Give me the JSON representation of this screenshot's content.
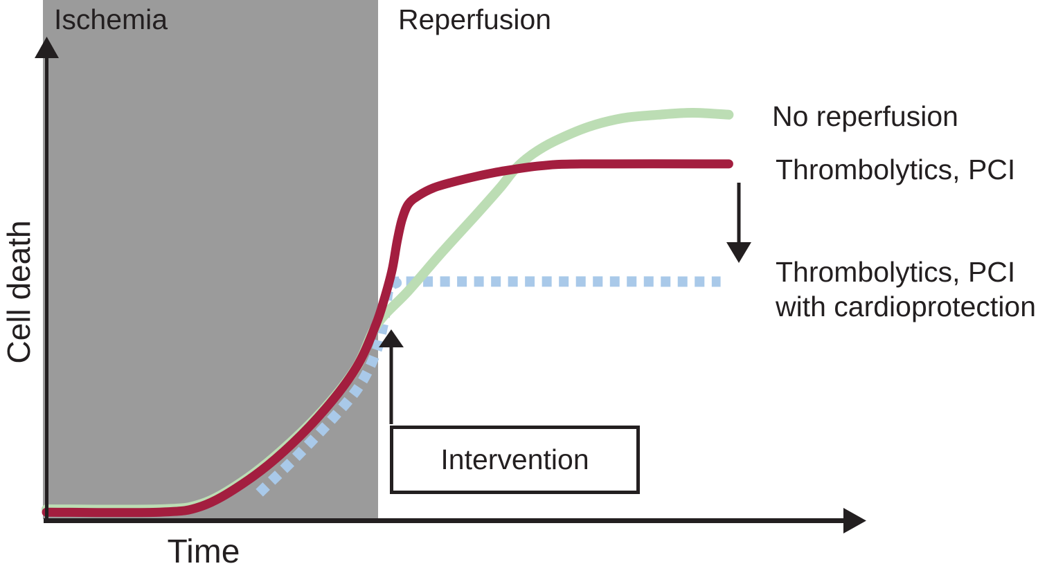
{
  "figure": {
    "region_labels": {
      "ischemia": "Ischemia",
      "reperfusion": "Reperfusion"
    },
    "axis_labels": {
      "x": "Time",
      "y": "Cell death"
    },
    "intervention_label": "Intervention",
    "legend": {
      "no_reperfusion": "No reperfusion",
      "thrombolytics_pci": "Thrombolytics, PCI",
      "thrombolytics_pci_cardioprotection_line1": "Thrombolytics, PCI",
      "thrombolytics_pci_cardioprotection_line2": "with cardioprotection"
    },
    "colors": {
      "ischemia_region_fill": "#9B9B9B",
      "axis_and_text": "#231F20",
      "no_reperfusion_line": "#BCDDB4",
      "thrombolytics_pci_line": "#A31E3F",
      "cardioprotection_line": "#A9C9E9"
    }
  },
  "chart_data": {
    "type": "line",
    "title": "",
    "xlabel": "Time",
    "ylabel": "Cell death",
    "x_axis": {
      "range": [
        0,
        100
      ],
      "ticks": "none (conceptual time axis with arrowhead)"
    },
    "y_axis": {
      "range": [
        0,
        100
      ],
      "ticks": "none (conceptual cell-death axis with arrowhead)"
    },
    "grid": false,
    "legend_position": "right of curve endpoints",
    "regions": [
      {
        "label": "Ischemia",
        "x_start": 0,
        "x_end": 40.5,
        "fill": "#9B9B9B"
      },
      {
        "label": "Reperfusion",
        "x_start": 40.5,
        "x_end": 100,
        "fill": "#FFFFFF"
      }
    ],
    "annotations": [
      {
        "type": "up-arrow",
        "label": "Intervention",
        "x": 41.8,
        "tip_y": 39.5
      },
      {
        "type": "down-arrow",
        "label": "",
        "between_series": [
          "thrombolytics-pci",
          "thrombolytics-pci-cardioprotection"
        ],
        "x": 84.5
      }
    ],
    "series": [
      {
        "name": "thrombolytics-pci-cardioprotection",
        "label": "Thrombolytics, PCI with cardioprotection",
        "color": "#A9C9E9",
        "style": "dashed",
        "plateau_y": 49.5,
        "points": [
          [
            26.0,
            5.7
          ],
          [
            30.7,
            13.5
          ],
          [
            35.3,
            21.8
          ],
          [
            38.3,
            28.1
          ],
          [
            40.2,
            34.7
          ],
          [
            41.1,
            40.5
          ],
          [
            41.5,
            44.8
          ],
          [
            41.8,
            47.9
          ],
          [
            42.7,
            49.2
          ],
          [
            45.1,
            49.5
          ],
          [
            82.3,
            49.5
          ]
        ]
      },
      {
        "name": "no-reperfusion",
        "label": "No reperfusion",
        "color": "#BCDDB4",
        "style": "solid",
        "plateau_y": 84.1,
        "points": [
          [
            0,
            2.3
          ],
          [
            13.8,
            2.3
          ],
          [
            18.9,
            3.4
          ],
          [
            23.9,
            8.0
          ],
          [
            29.0,
            14.9
          ],
          [
            34.1,
            23.5
          ],
          [
            37.9,
            31.9
          ],
          [
            40.4,
            40.7
          ],
          [
            44.2,
            47.6
          ],
          [
            48.4,
            55.8
          ],
          [
            52.7,
            63.8
          ],
          [
            55.5,
            69.2
          ],
          [
            57.3,
            73.0
          ],
          [
            59.4,
            76.0
          ],
          [
            62.0,
            78.6
          ],
          [
            66.2,
            81.6
          ],
          [
            70.4,
            83.4
          ],
          [
            74.7,
            84.1
          ],
          [
            78.9,
            84.5
          ],
          [
            83.3,
            84.1
          ]
        ]
      },
      {
        "name": "thrombolytics-pci",
        "label": "Thrombolytics, PCI",
        "color": "#A31E3F",
        "style": "solid",
        "plateau_y": 73.9,
        "points": [
          [
            0,
            1.7
          ],
          [
            13.8,
            1.7
          ],
          [
            18.9,
            2.9
          ],
          [
            23.9,
            7.5
          ],
          [
            29.0,
            14.3
          ],
          [
            34.1,
            23.2
          ],
          [
            37.9,
            31.9
          ],
          [
            40.2,
            40.5
          ],
          [
            41.3,
            46.2
          ],
          [
            42.2,
            51.9
          ],
          [
            42.8,
            57.7
          ],
          [
            43.4,
            62.3
          ],
          [
            44.2,
            65.6
          ],
          [
            45.5,
            67.4
          ],
          [
            47.2,
            68.9
          ],
          [
            49.3,
            70.0
          ],
          [
            52.7,
            71.4
          ],
          [
            56.0,
            72.5
          ],
          [
            60.3,
            73.5
          ],
          [
            65.3,
            73.9
          ],
          [
            83.3,
            73.9
          ]
        ]
      }
    ]
  }
}
